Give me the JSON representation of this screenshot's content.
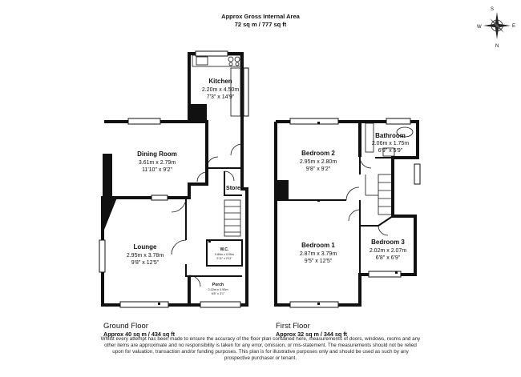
{
  "header": {
    "title": "Approx Gross Internal Area",
    "area": "72 sq m / 777 sq ft"
  },
  "compass": {
    "north": "N",
    "south": "S",
    "east": "E",
    "west": "W"
  },
  "ground_floor": {
    "label": "Ground Floor",
    "area": "Approx 40 sq m / 434 sq ft",
    "rooms": {
      "kitchen": {
        "name": "Kitchen",
        "metric": "2.20m x 4.50m",
        "imperial": "7'3\" x 14'9\""
      },
      "dining": {
        "name": "Dining Room",
        "metric": "3.61m x 2.79m",
        "imperial": "11'10\" x 9'2\""
      },
      "lounge": {
        "name": "Lounge",
        "metric": "2.95m x 3.78m",
        "imperial": "9'8\" x 12'5\""
      },
      "store": {
        "name": "Store"
      },
      "wc": {
        "name": "W.C.",
        "metric": "0.89m x 0.90m",
        "imperial": "2'11\" x 2'11\""
      },
      "porch": {
        "name": "Porch",
        "metric": "2.02m x 0.93m",
        "imperial": "6'8\" x 3'1\""
      }
    }
  },
  "first_floor": {
    "label": "First Floor",
    "area": "Approx 32 sq m / 344 sq ft",
    "rooms": {
      "bedroom2": {
        "name": "Bedroom 2",
        "metric": "2.95m x 2.80m",
        "imperial": "9'8\" x 9'2\""
      },
      "bathroom": {
        "name": "Bathroom",
        "metric": "2.06m x 1.75m",
        "imperial": "6'9\" x 5'9\""
      },
      "bedroom1": {
        "name": "Bedroom 1",
        "metric": "2.87m x 3.79m",
        "imperial": "9'5\" x 12'5\""
      },
      "bedroom3": {
        "name": "Bedroom 3",
        "metric": "2.02m x 2.07m",
        "imperial": "6'8\" x 6'9\""
      }
    }
  },
  "disclaimer": "Whilst every attempt has been made to ensure the accuracy of the floor plan contained here, measurements of doors, windows, rooms and any other items are approximate and no responsibility is taken for any error, omission, or mis-statement. The measurements should not be relied upon for valuation, transaction and/or funding purposes. This plan is for illustrative purposes only and should be used as such by any prospective purchaser or tenant."
}
